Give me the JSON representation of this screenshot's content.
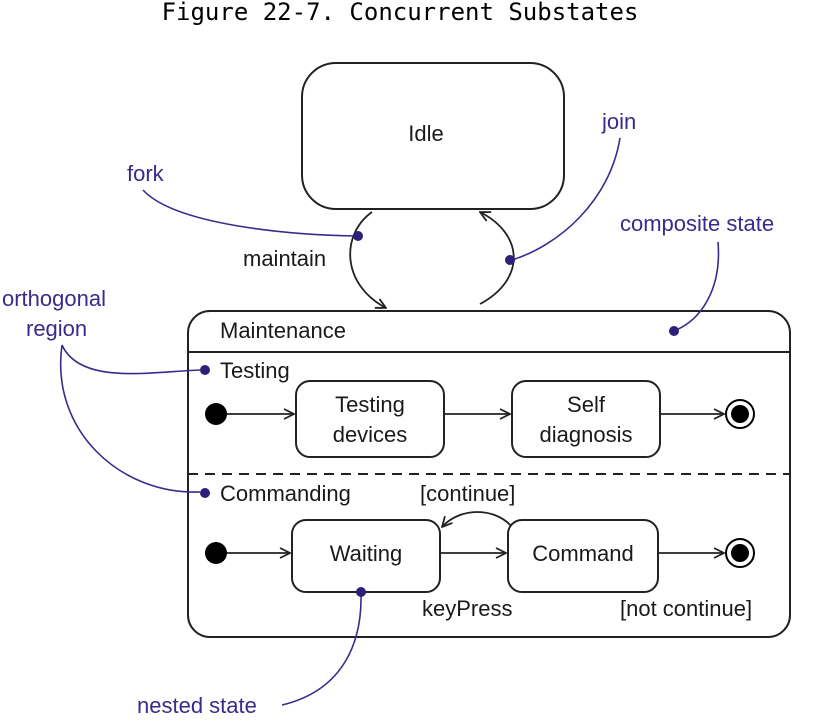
{
  "figure": {
    "title": "Figure 22-7. Concurrent Substates"
  },
  "states": {
    "idle": "Idle",
    "maintenance": "Maintenance",
    "testing_devices_line1": "Testing",
    "testing_devices_line2": "devices",
    "self_diagnosis_line1": "Self",
    "self_diagnosis_line2": "diagnosis",
    "waiting": "Waiting",
    "command": "Command"
  },
  "regions": {
    "testing": "Testing",
    "commanding": "Commanding"
  },
  "transitions": {
    "maintain": "maintain",
    "continue": "[continue]",
    "keypress": "keyPress",
    "not_continue": "[not continue]"
  },
  "annotations": {
    "fork": "fork",
    "join": "join",
    "composite_state": "composite state",
    "orthogonal_region_line1": "orthogonal",
    "orthogonal_region_line2": "region",
    "nested_state": "nested state"
  },
  "colors": {
    "annotation": "#3b2a8c",
    "line": "#222222"
  }
}
